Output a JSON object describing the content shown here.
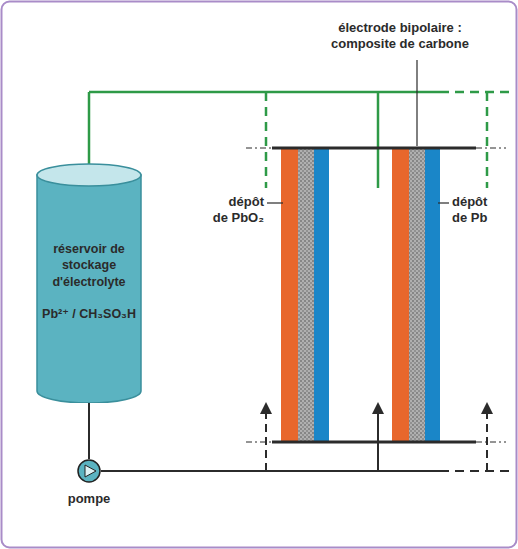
{
  "diagram": {
    "nodes": [
      {
        "text": [
          "réservoir de stockage d'électrolyte",
          "Pb²⁺ / CH₃SO₃H"
        ]
      },
      {
        "text": [
          "pompe"
        ]
      }
    ],
    "edges": [
      {
        "from": 0,
        "to": 1,
        "arrow": "none"
      }
    ],
    "labels": [
      "électrode bipolaire : composite de carbone",
      "dépôt de PbO₂",
      "dépôt de Pb"
    ]
  }
}
